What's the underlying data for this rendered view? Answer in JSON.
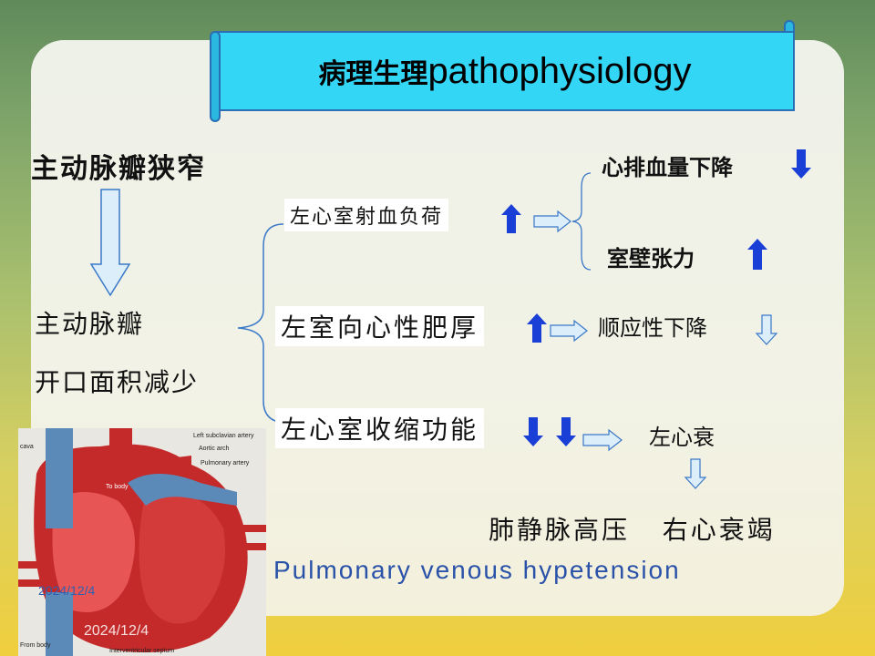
{
  "title": {
    "cn": "病理生理",
    "en": "pathophysiology"
  },
  "left": {
    "cause": "主动脉瓣狭窄",
    "result_line1": "主动脉瓣",
    "result_line2": "开口面积减少"
  },
  "branches": [
    {
      "label": "左心室射血负荷",
      "outcomes": [
        "心排血量下降",
        "室壁张力"
      ]
    },
    {
      "label": "左室向心性肥厚",
      "outcome": "顺应性下降"
    },
    {
      "label": "左心室收缩功能",
      "outcome": "左心衰"
    }
  ],
  "bottom": {
    "cn": "肺静脉高压   右心衰竭",
    "en": "Pulmonary venous hypetension"
  },
  "dates": {
    "d1": "2024/12/4",
    "d2": "2024/12/4"
  },
  "heart_labels": {
    "l1": "Left subclavian artery",
    "l2": "Aortic arch",
    "l3": "Pulmonary artery",
    "l4": "Interventricular septum",
    "l5": "From body",
    "l6": "To body",
    "l7": "cava"
  },
  "colors": {
    "arrow_blue": "#1a3fd6",
    "outline_blue": "#3a78c8",
    "title_bg": "#33d6f5"
  }
}
